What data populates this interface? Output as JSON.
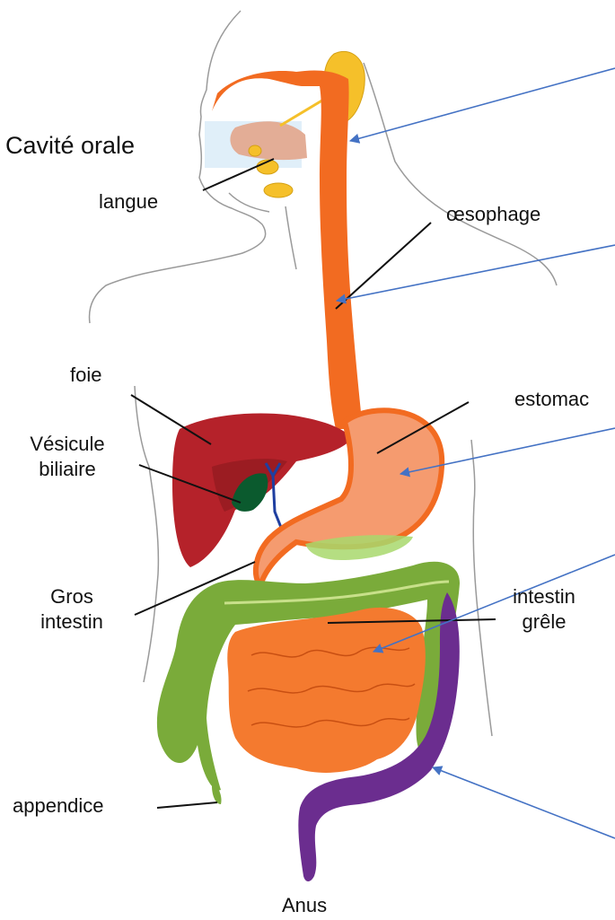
{
  "labels": {
    "oral_cavity": "Cavité orale",
    "tongue": "langue",
    "esophagus": "œsophage",
    "liver": "foie",
    "stomach": "estomac",
    "gallbladder_line1": "Vésicule",
    "gallbladder_line2": "biliaire",
    "large_intestine_line1": "Gros",
    "large_intestine_line2": "intestin",
    "small_intestine_line1": "intestin",
    "small_intestine_line2": "grêle",
    "appendix": "appendice",
    "anus": "Anus"
  },
  "colors": {
    "esophagus": "#f26b21",
    "liver": "#b5222a",
    "gallbladder": "#0b5a2e",
    "stomach": "#f59b6f",
    "large_intestine": "#7aab3a",
    "small_intestine": "#f47a2f",
    "rectum": "#6b2d8f",
    "salivary_gland": "#f5c02a",
    "tongue": "#e3ad96",
    "pointer_arrow": "#4472c4",
    "body_outline": "#9a9a9a"
  }
}
